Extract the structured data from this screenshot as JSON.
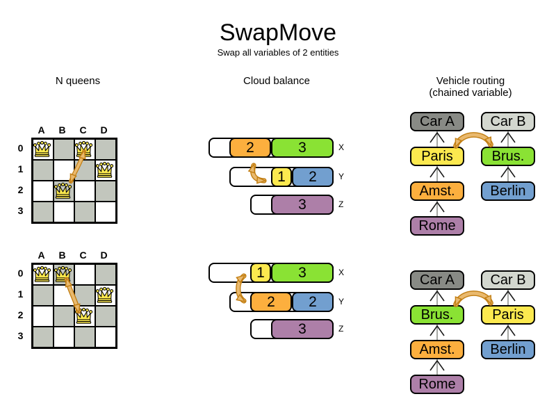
{
  "title": "SwapMove",
  "subtitle": "Swap all variables of 2 entities",
  "colors": {
    "yellow": "#fce94f",
    "orange": "#fcaf3e",
    "green": "#8ae234",
    "blue": "#729fcf",
    "purple": "#ad7fa8",
    "gray_dark": "#888a85",
    "gray_light": "#d3d7cf",
    "board_gray": "#c2c6bd",
    "board_white": "#ffffff",
    "swap_arrow_fill": "#e9b96e",
    "swap_arrow_stroke": "#c17d11",
    "chain_line": "#888a85",
    "chain_chevron": "#1a1a1a"
  },
  "icons": {
    "queen_icon": "queen-crown-icon",
    "swap_arrow_icon": "curved-double-arrow-icon",
    "chain_arrow_icon": "up-chevron-connector-icon"
  },
  "nqueens": {
    "header": "N queens",
    "column_labels": [
      "A",
      "B",
      "C",
      "D"
    ],
    "row_labels": [
      "0",
      "1",
      "2",
      "3"
    ],
    "boards": [
      {
        "name": "before",
        "queens": [
          {
            "col": "A",
            "row": 0
          },
          {
            "col": "C",
            "row": 0
          },
          {
            "col": "D",
            "row": 1
          },
          {
            "col": "B",
            "row": 2
          }
        ]
      },
      {
        "name": "after",
        "queens": [
          {
            "col": "A",
            "row": 0
          },
          {
            "col": "B",
            "row": 0
          },
          {
            "col": "D",
            "row": 1
          },
          {
            "col": "C",
            "row": 2
          }
        ]
      }
    ]
  },
  "cloud": {
    "header": "Cloud balance",
    "states": [
      {
        "name": "before",
        "rows": [
          {
            "label": "X",
            "computer_capacity": 6,
            "processes": [
              {
                "label": "2",
                "size": 2,
                "color": "orange"
              },
              {
                "label": "3",
                "size": 3,
                "color": "green"
              }
            ]
          },
          {
            "label": "Y",
            "computer_capacity": 5,
            "processes": [
              {
                "label": "1",
                "size": 1,
                "color": "yellow"
              },
              {
                "label": "2",
                "size": 2,
                "color": "blue"
              }
            ]
          },
          {
            "label": "Z",
            "computer_capacity": 4,
            "processes": [
              {
                "label": "3",
                "size": 3,
                "color": "purple"
              }
            ]
          }
        ]
      },
      {
        "name": "after",
        "rows": [
          {
            "label": "X",
            "computer_capacity": 6,
            "processes": [
              {
                "label": "1",
                "size": 1,
                "color": "yellow"
              },
              {
                "label": "3",
                "size": 3,
                "color": "green"
              }
            ]
          },
          {
            "label": "Y",
            "computer_capacity": 5,
            "processes": [
              {
                "label": "2",
                "size": 2,
                "color": "orange"
              },
              {
                "label": "2",
                "size": 2,
                "color": "blue"
              }
            ]
          },
          {
            "label": "Z",
            "computer_capacity": 4,
            "processes": [
              {
                "label": "3",
                "size": 3,
                "color": "purple"
              }
            ]
          }
        ]
      }
    ]
  },
  "vehicle": {
    "header_line1": "Vehicle routing",
    "header_line2": "(chained variable)",
    "states": [
      {
        "name": "before",
        "chains": [
          {
            "boxes": [
              {
                "label": "Car A",
                "color": "gray_dark"
              },
              {
                "label": "Paris",
                "color": "yellow"
              },
              {
                "label": "Amst.",
                "color": "orange"
              },
              {
                "label": "Rome",
                "color": "purple"
              }
            ]
          },
          {
            "boxes": [
              {
                "label": "Car B",
                "color": "gray_light"
              },
              {
                "label": "Brus.",
                "color": "green"
              },
              {
                "label": "Berlin",
                "color": "blue"
              }
            ]
          }
        ]
      },
      {
        "name": "after",
        "chains": [
          {
            "boxes": [
              {
                "label": "Car A",
                "color": "gray_dark"
              },
              {
                "label": "Brus.",
                "color": "green"
              },
              {
                "label": "Amst.",
                "color": "orange"
              },
              {
                "label": "Rome",
                "color": "purple"
              }
            ]
          },
          {
            "boxes": [
              {
                "label": "Car B",
                "color": "gray_light"
              },
              {
                "label": "Paris",
                "color": "yellow"
              },
              {
                "label": "Berlin",
                "color": "blue"
              }
            ]
          }
        ]
      }
    ]
  }
}
